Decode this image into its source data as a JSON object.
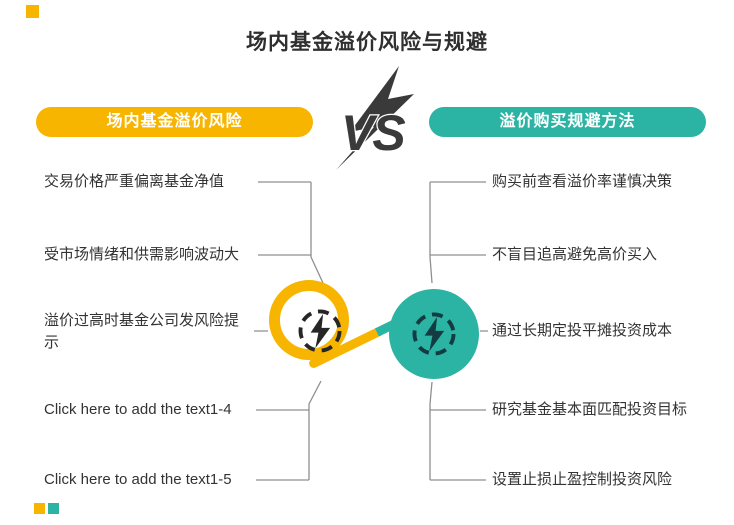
{
  "page": {
    "title": "场内基金溢价风险与规避"
  },
  "headers": {
    "left": "场内基金溢价风险",
    "right": "溢价购买规避方法",
    "vs": "VS"
  },
  "left_items": [
    "交易价格严重偏离基金净值",
    "受市场情绪和供需影响波动大",
    "溢价过高时基金公司发风险提示",
    "Click here to add the text1-4",
    "Click here to add the text1-5"
  ],
  "right_items": [
    "购买前查看溢价率谨慎决策",
    "不盲目追高避免高价买入",
    "通过长期定投平摊投资成本",
    "研究基金基本面匹配投资目标",
    "设置止损止盈控制投资风险"
  ],
  "icons": {
    "left_circle": "power-gauge-lightning-icon",
    "right_circle": "power-gauge-lightning-icon",
    "center_badge": "lightning-flash-icon"
  },
  "colors": {
    "yellow": "#F7B500",
    "teal": "#2BB3A3",
    "dark": "#3A3A3A",
    "text": "#333333",
    "line": "#8F8F8F",
    "icon-left": "#262626",
    "icon-right": "#123B42"
  }
}
